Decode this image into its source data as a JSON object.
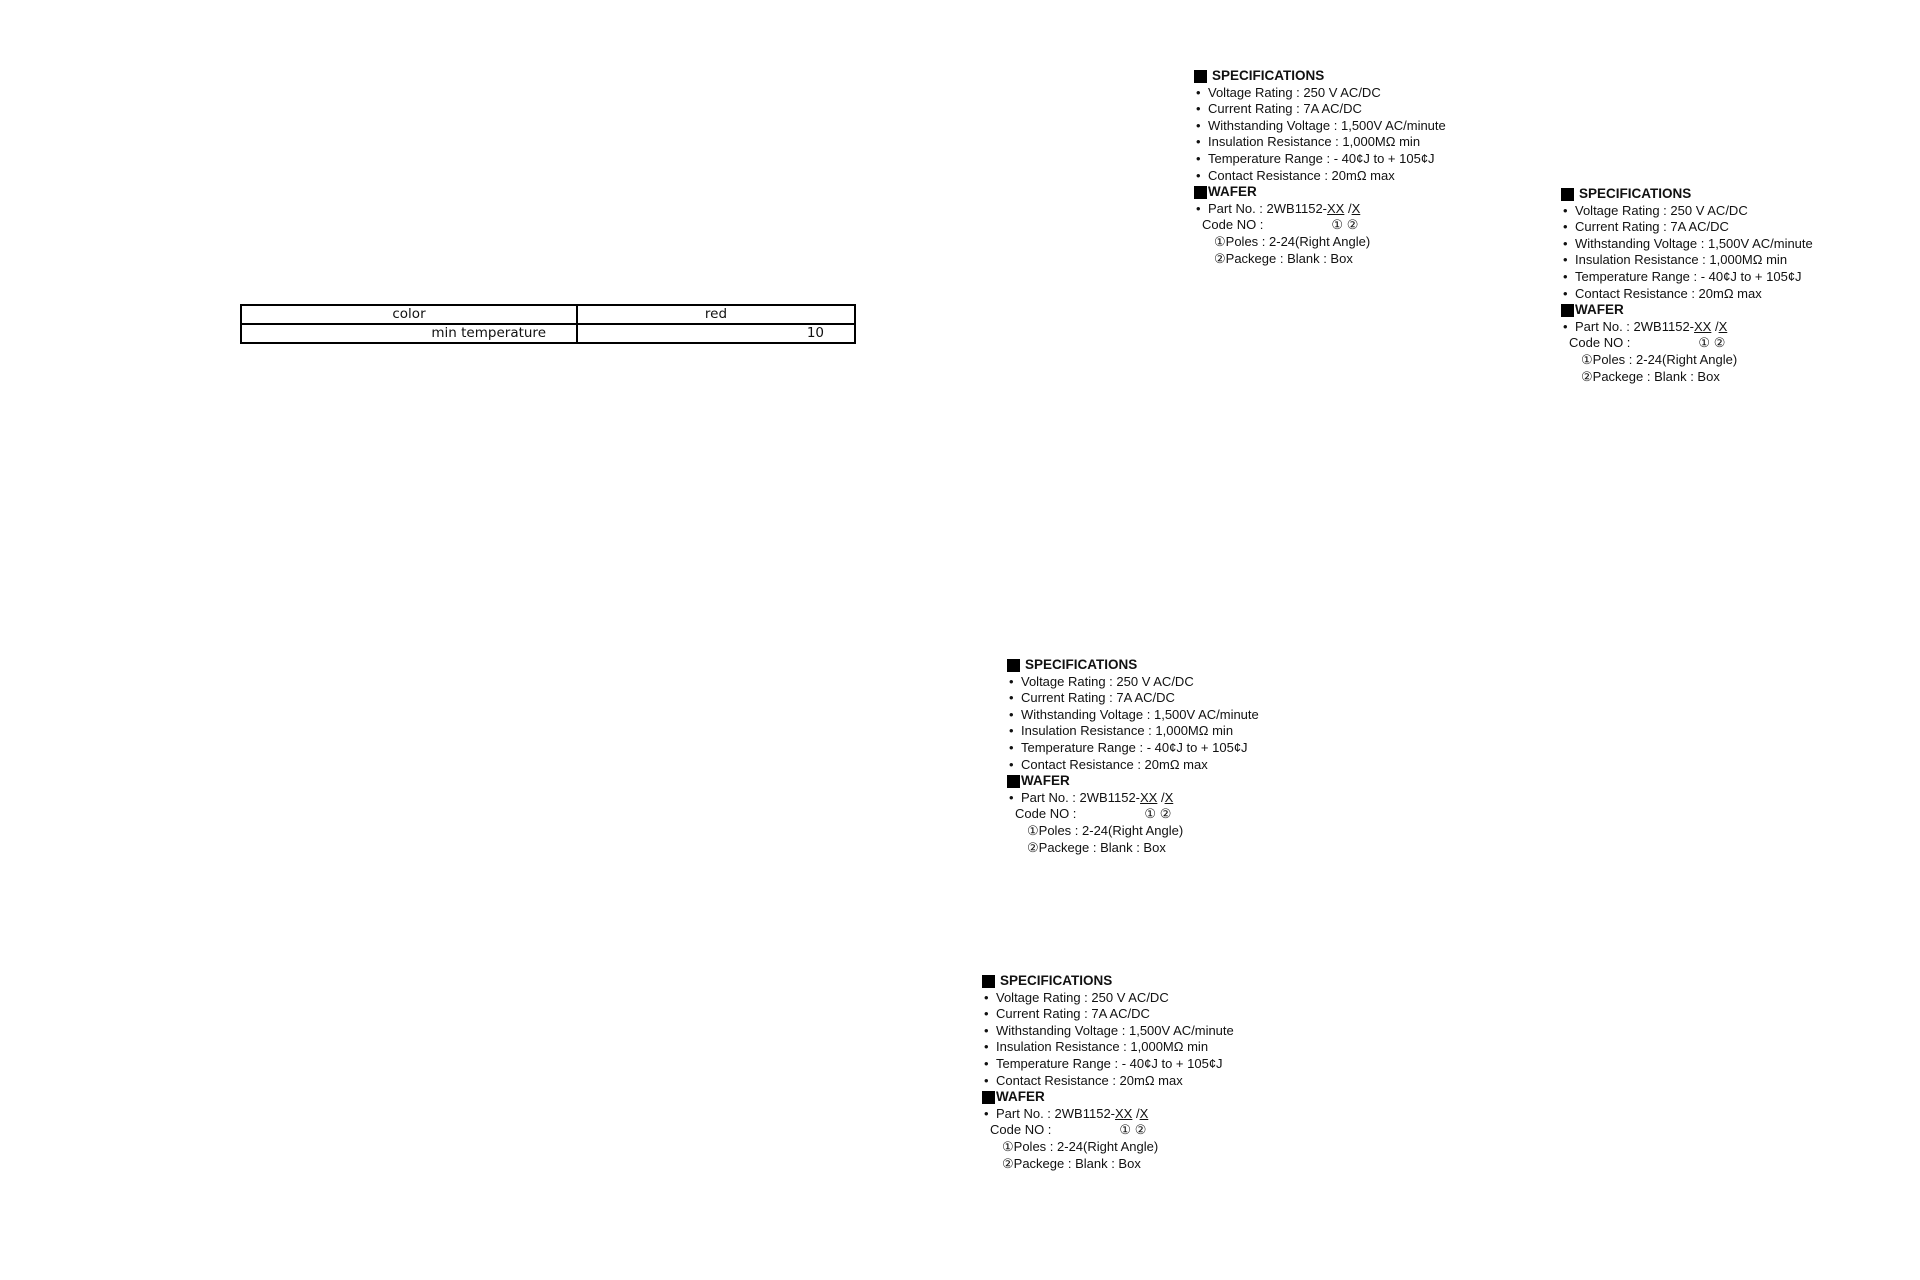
{
  "table": {
    "rows": [
      {
        "label": "color",
        "value": "red"
      },
      {
        "label": "min temperature",
        "value": "10"
      }
    ]
  },
  "spec_blocks": [
    {
      "specifications_title": "SPECIFICATIONS",
      "specifications": [
        "Voltage Rating : 250 V AC/DC",
        "Current Rating : 7A AC/DC",
        "Withstanding Voltage : 1,500V AC/minute",
        "Insulation Resistance : 1,000MΩ min",
        "Temperature Range : - 40¢J to + 105¢J",
        "Contact Resistance : 20mΩ max"
      ],
      "wafer_title": "WAFER",
      "part_no_label": "Part No. :",
      "part_no_prefix": "2WB1152-",
      "part_no_xx": "XX",
      "part_no_sep": " /",
      "part_no_x": "X",
      "code_no_label": "Code NO :",
      "code_no_markers": "① ②",
      "poles": "①Poles : 2-24(Right Angle)",
      "package": "②Packege : Blank : Box"
    },
    {
      "specifications_title": "SPECIFICATIONS",
      "specifications": [
        "Voltage Rating : 250 V AC/DC",
        "Current Rating : 7A AC/DC",
        "Withstanding Voltage : 1,500V AC/minute",
        "Insulation Resistance : 1,000MΩ min",
        "Temperature Range : - 40¢J to + 105¢J",
        "Contact Resistance : 20mΩ max"
      ],
      "wafer_title": "WAFER",
      "part_no_label": "Part No. :",
      "part_no_prefix": "2WB1152-",
      "part_no_xx": "XX",
      "part_no_sep": " /",
      "part_no_x": "X",
      "code_no_label": "Code NO :",
      "code_no_markers": "① ②",
      "poles": "①Poles : 2-24(Right Angle)",
      "package": "②Packege : Blank : Box"
    },
    {
      "specifications_title": "SPECIFICATIONS",
      "specifications": [
        "Voltage Rating : 250 V AC/DC",
        "Current Rating : 7A AC/DC",
        "Withstanding Voltage : 1,500V AC/minute",
        "Insulation Resistance : 1,000MΩ min",
        "Temperature Range : - 40¢J to + 105¢J",
        "Contact Resistance : 20mΩ max"
      ],
      "wafer_title": "WAFER",
      "part_no_label": "Part No. :",
      "part_no_prefix": "2WB1152-",
      "part_no_xx": "XX",
      "part_no_sep": " /",
      "part_no_x": "X",
      "code_no_label": "Code NO :",
      "code_no_markers": "① ②",
      "poles": "①Poles : 2-24(Right Angle)",
      "package": "②Packege : Blank : Box"
    },
    {
      "specifications_title": "SPECIFICATIONS",
      "specifications": [
        "Voltage Rating : 250 V AC/DC",
        "Current Rating : 7A AC/DC",
        "Withstanding Voltage : 1,500V AC/minute",
        "Insulation Resistance : 1,000MΩ min",
        "Temperature Range : - 40¢J to + 105¢J",
        "Contact Resistance : 20mΩ max"
      ],
      "wafer_title": "WAFER",
      "part_no_label": "Part No. :",
      "part_no_prefix": "2WB1152-",
      "part_no_xx": "XX",
      "part_no_sep": " /",
      "part_no_x": "X",
      "code_no_label": "Code NO :",
      "code_no_markers": "① ②",
      "poles": "①Poles : 2-24(Right Angle)",
      "package": "②Packege : Blank : Box"
    }
  ]
}
